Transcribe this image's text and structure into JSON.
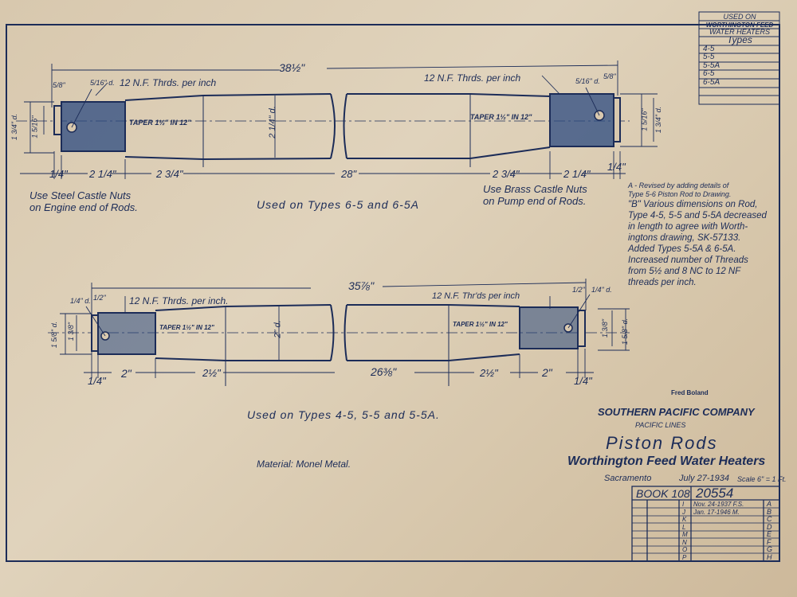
{
  "used_on_table": {
    "heading": [
      "USED ON",
      "WORTHINGTON FEED",
      "WATER HEATERS"
    ],
    "types_label": "Types",
    "types": [
      "4-5",
      "5-5",
      "5-5A",
      "6-5",
      "6-5A"
    ]
  },
  "top_rod": {
    "overall_length": "38½\"",
    "thread_note_left": "12 N.F. Thrds. per inch",
    "thread_note_right": "12 N.F. Thrds. per inch",
    "pin_hole_left": "5/16\" d.",
    "pin_hole_right": "5/16\" d.",
    "end_length_left": "5/8\"",
    "end_length_right": "5/8\"",
    "dia_outer_left": "1 3/4\" d.",
    "dia_inner_left": "1 5/16\"",
    "dia_outer_right": "1 3/4\" d.",
    "dia_inner_right": "1 5/16\"",
    "shaft_dia": "2 1/4\" d.",
    "taper_left": "TAPER 1½\" IN 12\"",
    "taper_right": "TAPER 1½\" IN 12\"",
    "dims_bottom": [
      "1/4\"",
      "2 1/4\"",
      "2 3/4\"",
      "28\"",
      "2 3/4\"",
      "2 1/4\"",
      "1/4\""
    ],
    "note_left": [
      "Use Steel Castle Nuts",
      "on Engine end of Rods."
    ],
    "note_right": [
      "Use Brass Castle Nuts",
      "on Pump end of Rods."
    ],
    "used_on": "Used on Types 6-5 and 6-5A"
  },
  "bottom_rod": {
    "overall_length": "35⅞\"",
    "thread_note_left": "12 N.F. Thrds. per inch.",
    "thread_note_right": "12 N.F. Thr'ds per inch",
    "pin_hole_left": "1/4\" d.",
    "pin_hole_right": "1/4\" d.",
    "end_length_left": "1/2\"",
    "end_length_right": "1/2\"",
    "dia_outer_left": "1 5/8\" d.",
    "dia_inner_left": "1 3/8\"",
    "dia_outer_right": "1 5/8\" d.",
    "dia_inner_right": "1 3/8\"",
    "shaft_dia": "2\" d.",
    "taper_left": "TAPER 1½\" IN 12\"",
    "taper_right": "TAPER 1½\" IN 12\"",
    "dims_bottom": [
      "1/4\"",
      "2\"",
      "2½\"",
      "26⅜\"",
      "2½\"",
      "2\"",
      "1/4\""
    ],
    "used_on": "Used on Types 4-5, 5-5 and 5-5A."
  },
  "material": "Material: Monel Metal.",
  "revision_notes": {
    "a": [
      "A - Revised by adding details of",
      "Type 5-6 Piston Rod to Drawing."
    ],
    "b": [
      "\"B\" Various dimensions on Rod,",
      "Type 4-5, 5-5 and 5-5A decreased",
      "in length to agree with Worth-",
      "ingtons drawing, SK-57133.",
      "Added Types 5-5A & 6-5A.",
      "Increased number of Threads",
      "from 5½ and 8 NC to 12 NF",
      "threads per inch."
    ]
  },
  "title_block": {
    "signature": "Fred Boland",
    "company": "SOUTHERN PACIFIC COMPANY",
    "division": "PACIFIC LINES",
    "title": "Piston Rods",
    "subtitle": "Worthington Feed Water Heaters",
    "location": "Sacramento",
    "date": "July 27-1934",
    "scale": "Scale 6\" = 1 Ft.",
    "book": "BOOK 108",
    "drawing_number": "20554",
    "rev_letters_left": [
      "I",
      "J",
      "K",
      "L",
      "M",
      "N",
      "O",
      "P"
    ],
    "rev_entries": [
      "Nov. 24-1937 F.S.",
      "Jan. 17-1946 M."
    ],
    "rev_letters_right": [
      "A",
      "B",
      "C",
      "D",
      "E",
      "F",
      "G",
      "H"
    ]
  },
  "colors": {
    "paper": "#d8c8ae",
    "ink": "#1c2c58"
  }
}
